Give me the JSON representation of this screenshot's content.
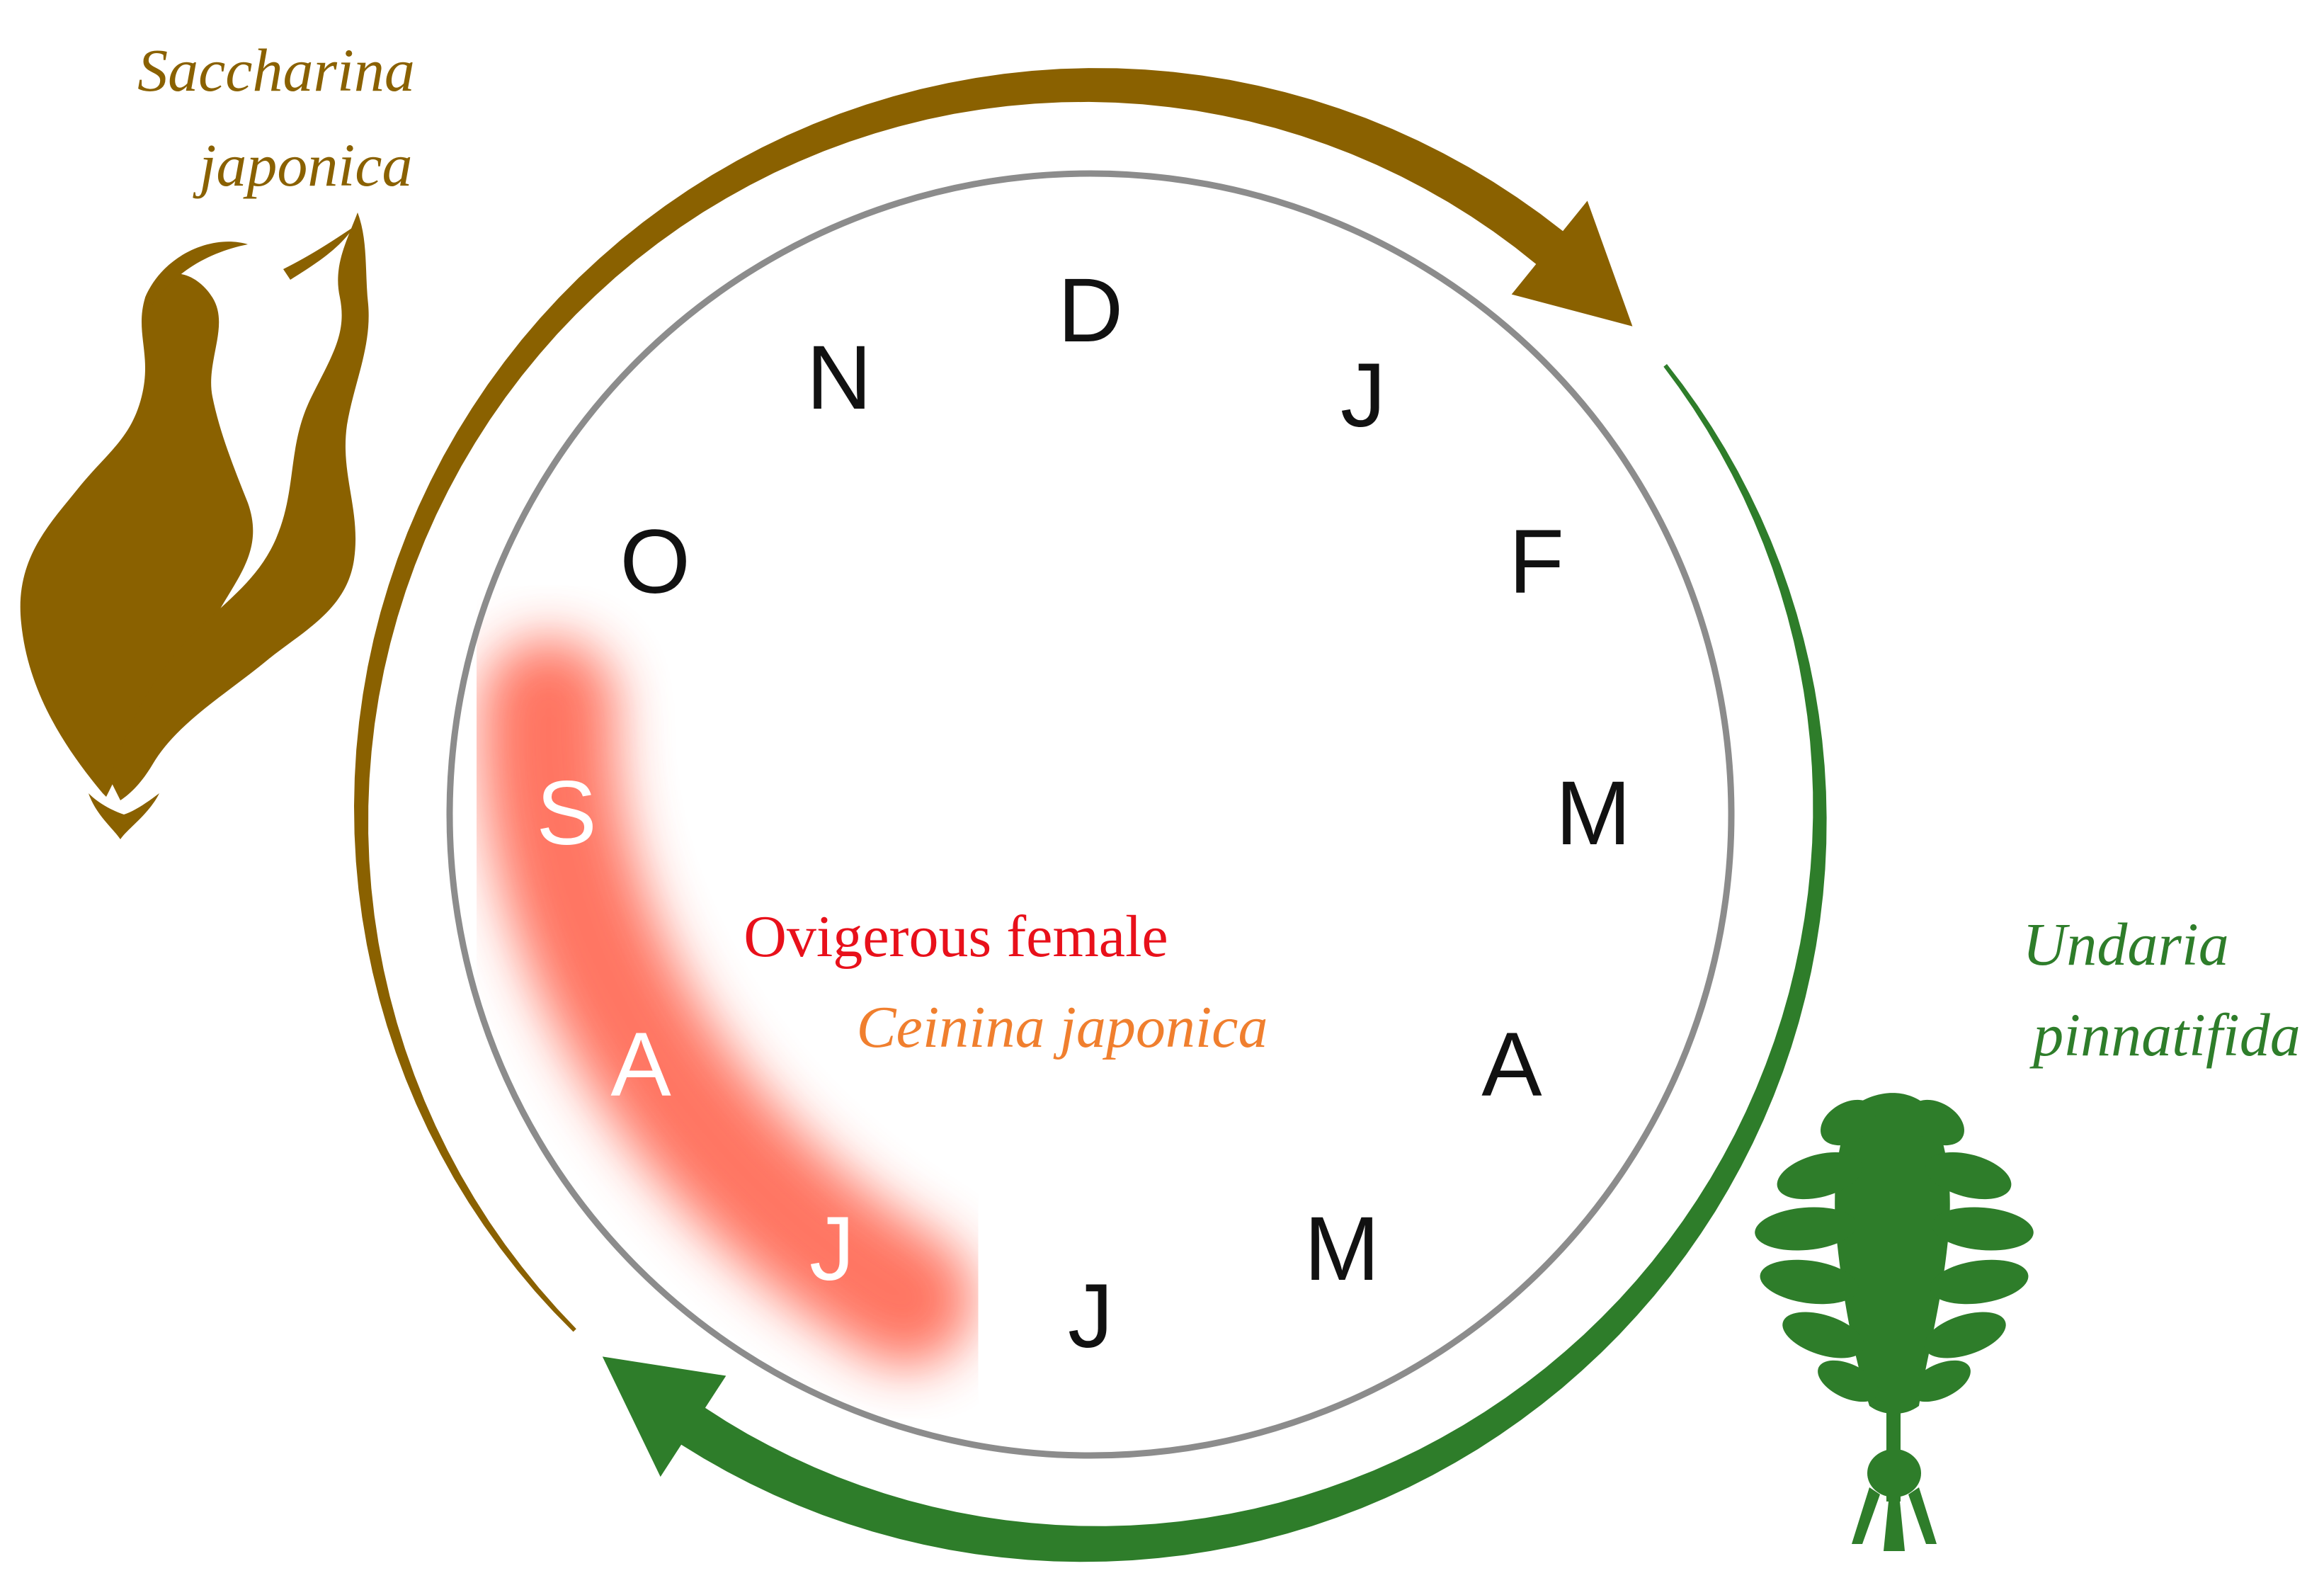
{
  "months": [
    {
      "label": "D",
      "color": "black"
    },
    {
      "label": "J",
      "color": "black"
    },
    {
      "label": "F",
      "color": "black"
    },
    {
      "label": "M",
      "color": "black"
    },
    {
      "label": "A",
      "color": "black"
    },
    {
      "label": "M",
      "color": "black"
    },
    {
      "label": "J",
      "color": "black"
    },
    {
      "label": "J",
      "color": "white"
    },
    {
      "label": "A",
      "color": "white"
    },
    {
      "label": "S",
      "color": "white"
    },
    {
      "label": "O",
      "color": "black"
    },
    {
      "label": "N",
      "color": "black"
    }
  ],
  "species": {
    "saccharina": {
      "line1": "Saccharina",
      "line2": "japonica",
      "color": "#8a6100"
    },
    "undaria": {
      "line1": "Undaria",
      "line2": "pinnatifida",
      "color": "#2e7d2a"
    }
  },
  "crab": {
    "label": "Ovigerous female",
    "label_color": "#e8101a",
    "species": "Ceinina japonica",
    "species_color": "#f07f2e",
    "highlight_color": "#ff6e5a"
  }
}
